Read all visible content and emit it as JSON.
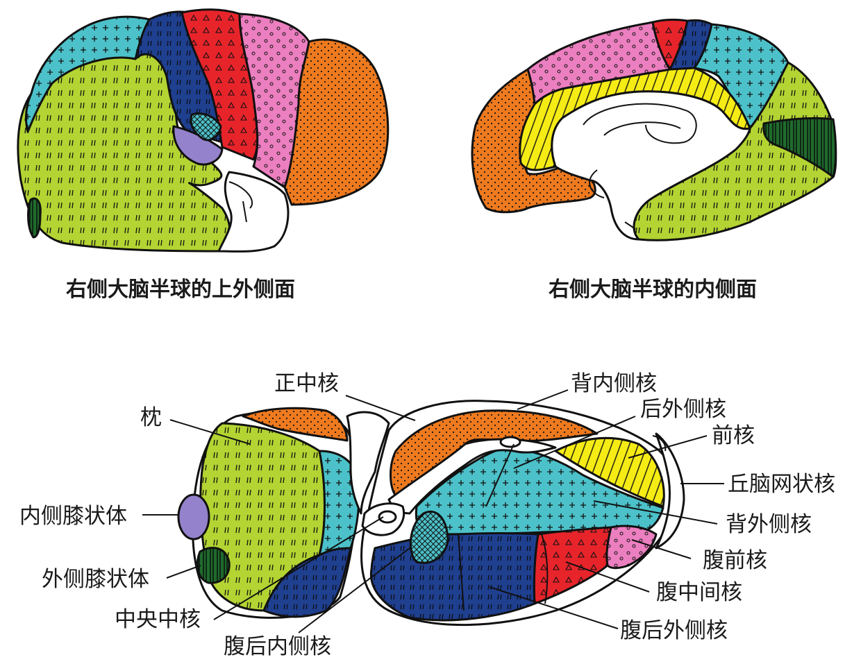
{
  "captions": {
    "lateral": "右侧大脑半球的上外侧面",
    "medial": "右侧大脑半球的内侧面"
  },
  "labels": {
    "median_nucleus": "正中核",
    "pulvinar": "枕",
    "medial_geniculate": "内侧膝状体",
    "lateral_geniculate": "外侧膝状体",
    "centromedian": "中央中核",
    "ventral_posteromedial": "腹后内侧核",
    "dorsomedial": "背内侧核",
    "lateral_posterior": "后外侧核",
    "anterior": "前核",
    "reticular": "丘脑网状核",
    "lateral_dorsal": "背外侧核",
    "ventral_anterior": "腹前核",
    "ventral_intermediate": "腹中间核",
    "ventral_posterolateral": "腹后外侧核"
  },
  "colors": {
    "green": "#b3d432",
    "cyan": "#4cc1c9",
    "navy": "#1f3f8f",
    "red": "#e8242b",
    "pink": "#ec7fc0",
    "orange": "#ee7a1f",
    "yellow": "#f6ec15",
    "purple": "#9482cc",
    "dark_green": "#1f6b2d",
    "white": "#ffffff"
  }
}
